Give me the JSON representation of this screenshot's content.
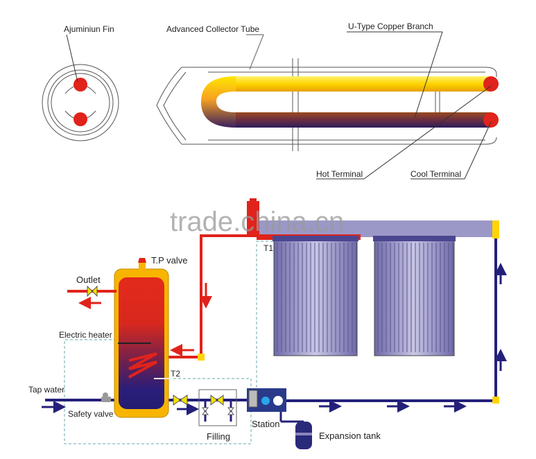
{
  "top_diagram": {
    "fin_label": "Ajuminiun Fin",
    "tube_label": "Advanced Collector Tube",
    "branch_label": "U-Type Copper Branch",
    "hot_terminal_label": "Hot Terminal",
    "cool_terminal_label": "Cool Terminal"
  },
  "watermark": "trade.china.cn",
  "system_diagram": {
    "tp_valve_label": "T.P valve",
    "outlet_label": "Outlet",
    "electric_heater_label": "Electric heater",
    "t1_label": "T1",
    "t2_label": "T2",
    "tap_water_label": "Tap water",
    "safety_valve_label": "Safety  valve",
    "filling_label": "Filling",
    "station_label": "Station",
    "expansion_tank_label": "Expansion tank"
  },
  "colors": {
    "hot": "#e0231b",
    "cold": "#2a2a7a",
    "tank_shell": "#f7b500",
    "valve": "#f3e100"
  }
}
